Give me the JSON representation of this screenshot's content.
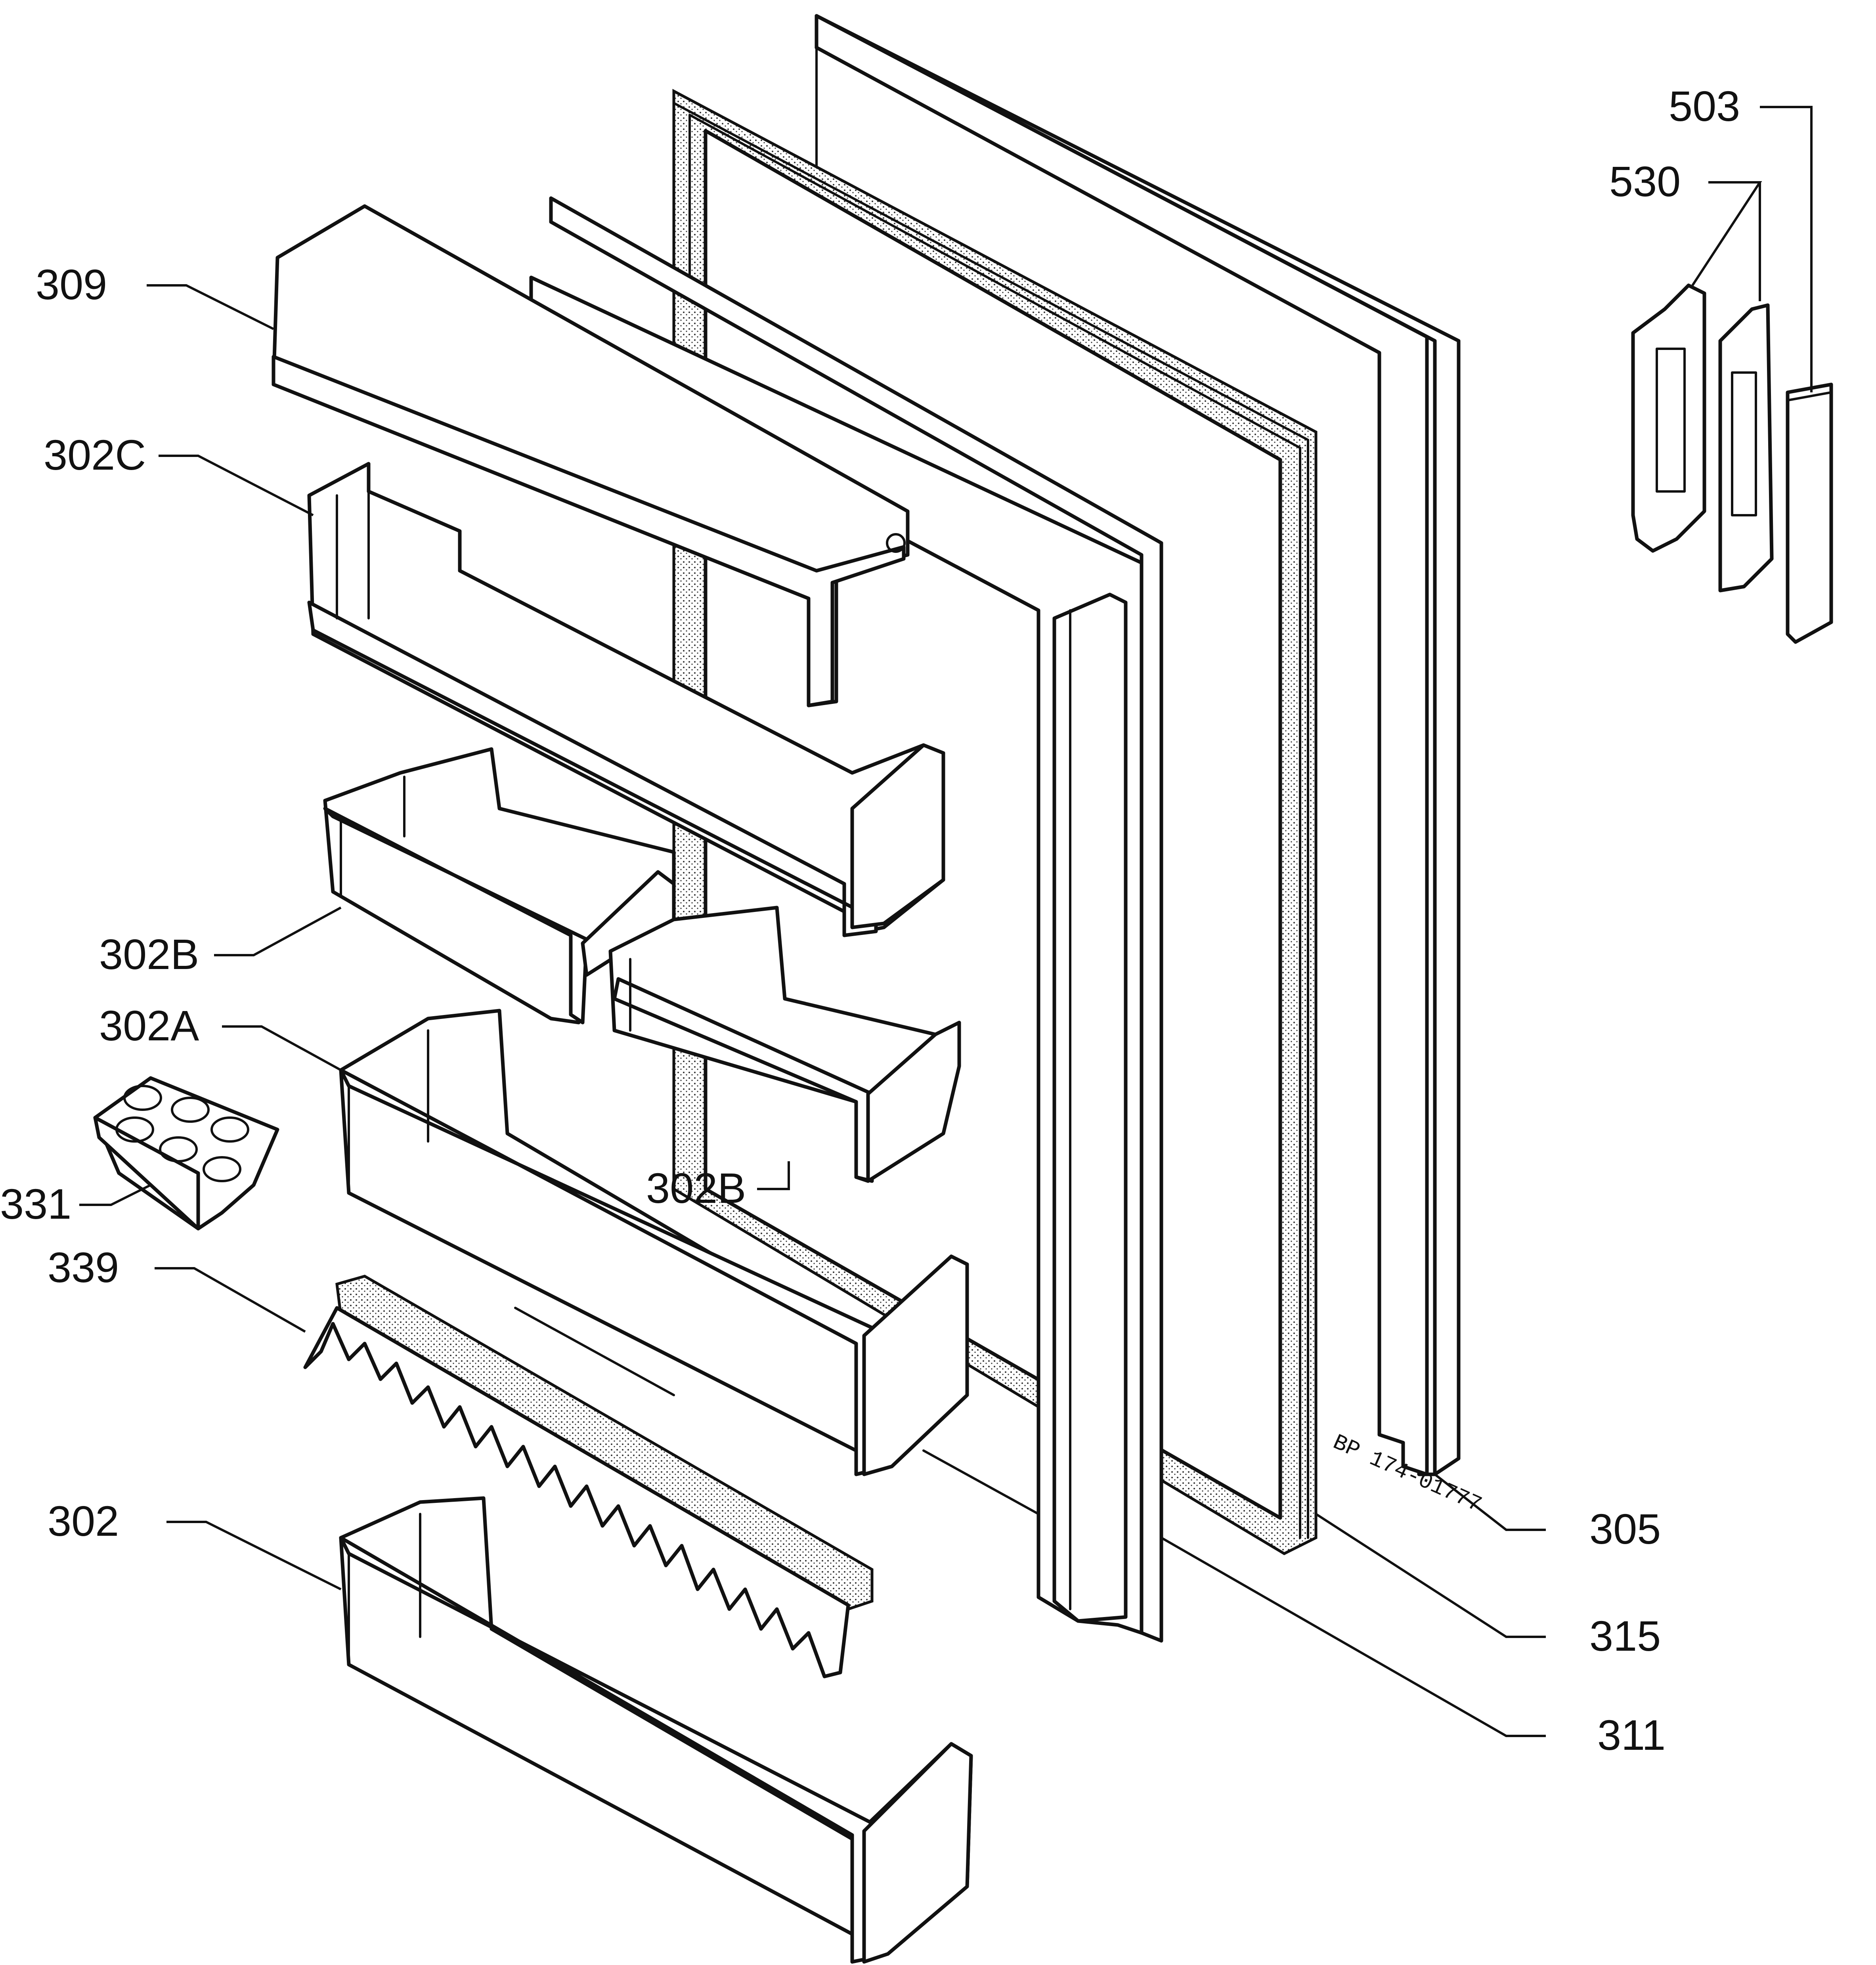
{
  "diagram": {
    "labels": {
      "p503": "503",
      "p530": "530",
      "p309": "309",
      "p302c": "302C",
      "p302b_a": "302B",
      "p302a": "302A",
      "p302b_b": "302B",
      "p331": "331",
      "p339": "339",
      "p302": "302",
      "p305": "305",
      "p315": "315",
      "p311": "311"
    },
    "drawing_code": "BP 174-01777"
  }
}
